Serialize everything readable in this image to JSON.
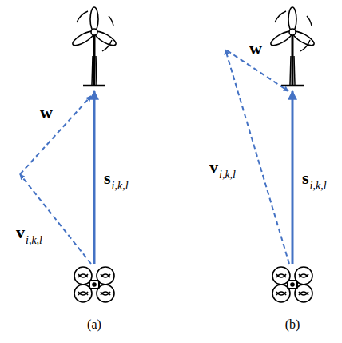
{
  "diagram": {
    "labels": [
      "w",
      "s",
      "i,k,l",
      "v",
      "i,k,l",
      "(a)",
      "w",
      "v",
      "i,k,l",
      "s",
      "i,k,l",
      "(b)"
    ]
  }
}
